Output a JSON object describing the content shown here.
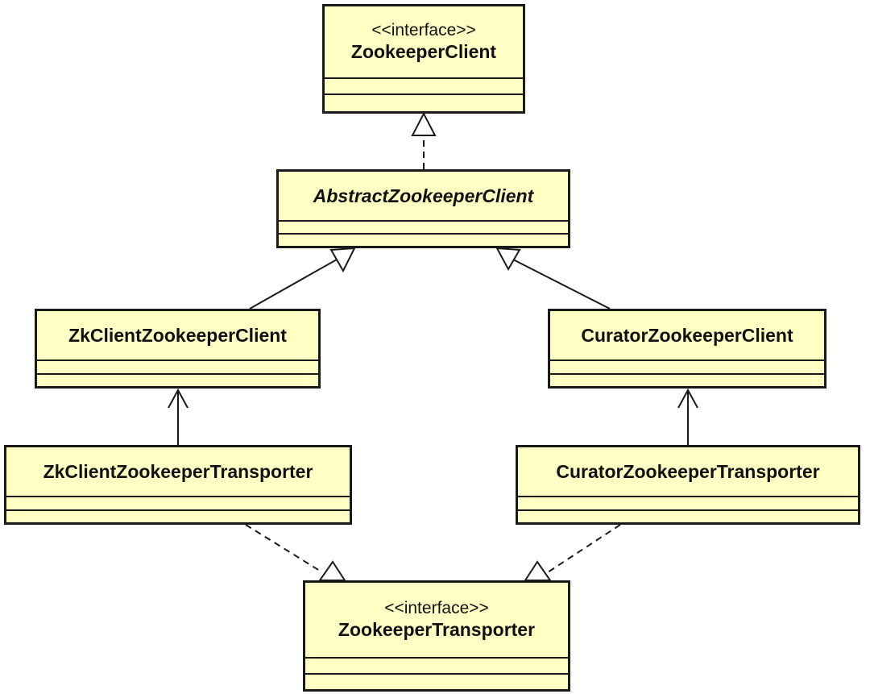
{
  "classes": {
    "zookeeper_client": {
      "stereotype": "<<interface>>",
      "name": "ZookeeperClient"
    },
    "abstract_zookeeper_client": {
      "name": "AbstractZookeeperClient"
    },
    "zkclient_zookeeper_client": {
      "name": "ZkClientZookeeperClient"
    },
    "curator_zookeeper_client": {
      "name": "CuratorZookeeperClient"
    },
    "zkclient_zookeeper_transporter": {
      "name": "ZkClientZookeeperTransporter"
    },
    "curator_zookeeper_transporter": {
      "name": "CuratorZookeeperTransporter"
    },
    "zookeeper_transporter": {
      "stereotype": "<<interface>>",
      "name": "ZookeeperTransporter"
    }
  },
  "colors": {
    "class_fill": "#ffffc4",
    "line": "#1a1a1a",
    "background": "#ffffff"
  }
}
